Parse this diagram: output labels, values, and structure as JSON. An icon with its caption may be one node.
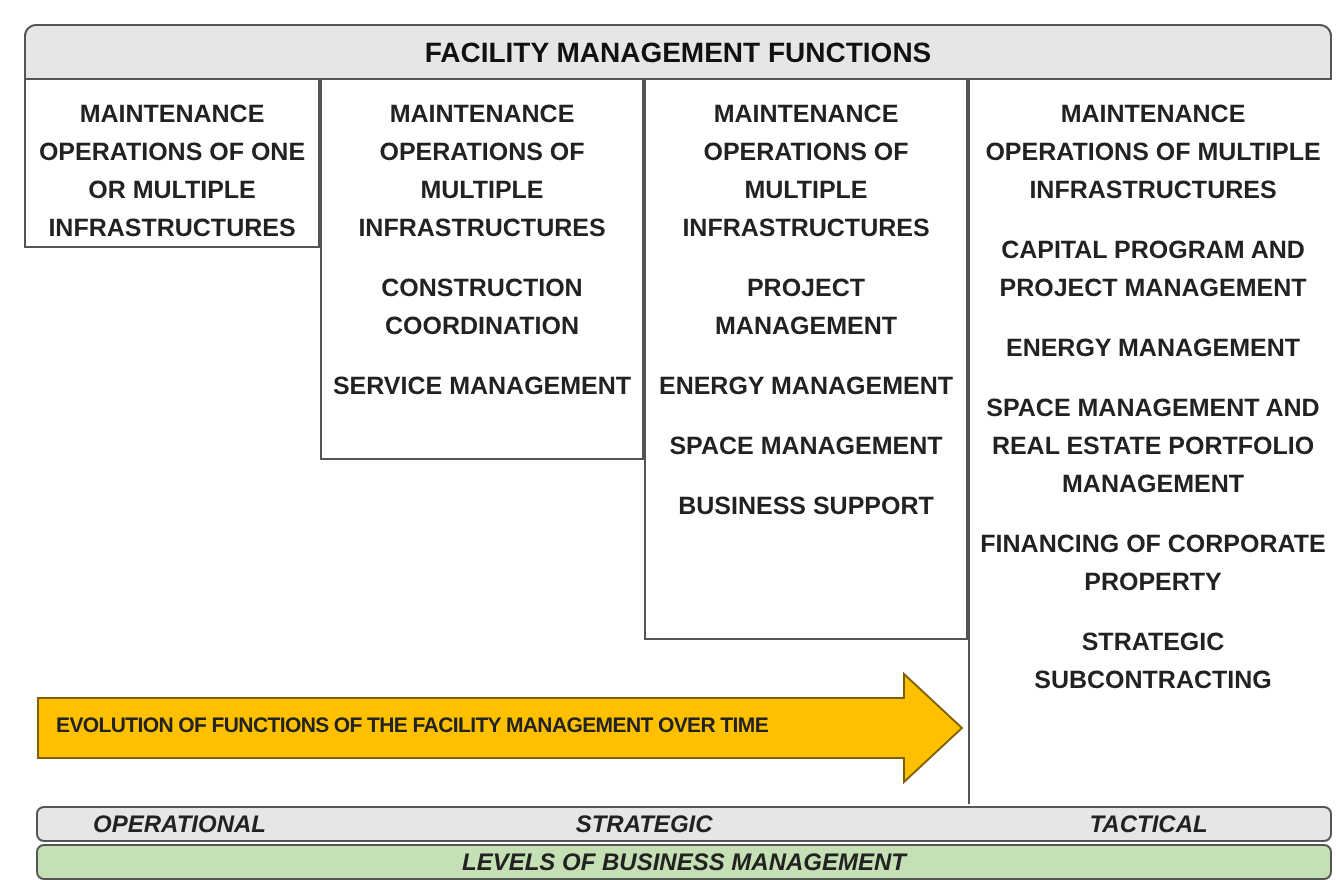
{
  "diagram": {
    "nodes": [
      {
        "text": [
          "FACILITY MANAGEMENT FUNCTIONS"
        ]
      },
      {
        "text": [
          "MAINTENANCE OPERATIONS OF ONE OR MULTIPLE INFRASTRUCTURES"
        ]
      },
      {
        "text": [
          "MAINTENANCE OPERATIONS OF MULTIPLE INFRASTRUCTURES",
          "CONSTRUCTION COORDINATION",
          "SERVICE MANAGEMENT"
        ]
      },
      {
        "text": [
          "MAINTENANCE OPERATIONS OF MULTIPLE INFRASTRUCTURES",
          "PROJECT MANAGEMENT",
          "ENERGY MANAGEMENT",
          "SPACE MANAGEMENT",
          "BUSINESS SUPPORT"
        ]
      },
      {
        "text": [
          "MAINTENANCE OPERATIONS OF MULTIPLE INFRASTRUCTURES",
          "CAPITAL PROGRAM AND PROJECT MANAGEMENT",
          "ENERGY MANAGEMENT",
          "SPACE MANAGEMENT AND REAL ESTATE PORTFOLIO MANAGEMENT",
          "FINANCING OF CORPORATE PROPERTY",
          "STRATEGIC SUBCONTRACTING"
        ]
      },
      {
        "text": [
          "EVOLUTION OF FUNCTIONS OF THE FACILITY MANAGEMENT OVER TIME"
        ]
      },
      {
        "text": [
          "OPERATIONAL",
          "STRATEGIC",
          "TACTICAL"
        ]
      },
      {
        "text": [
          "LEVELS OF BUSINESS MANAGEMENT"
        ]
      }
    ]
  }
}
